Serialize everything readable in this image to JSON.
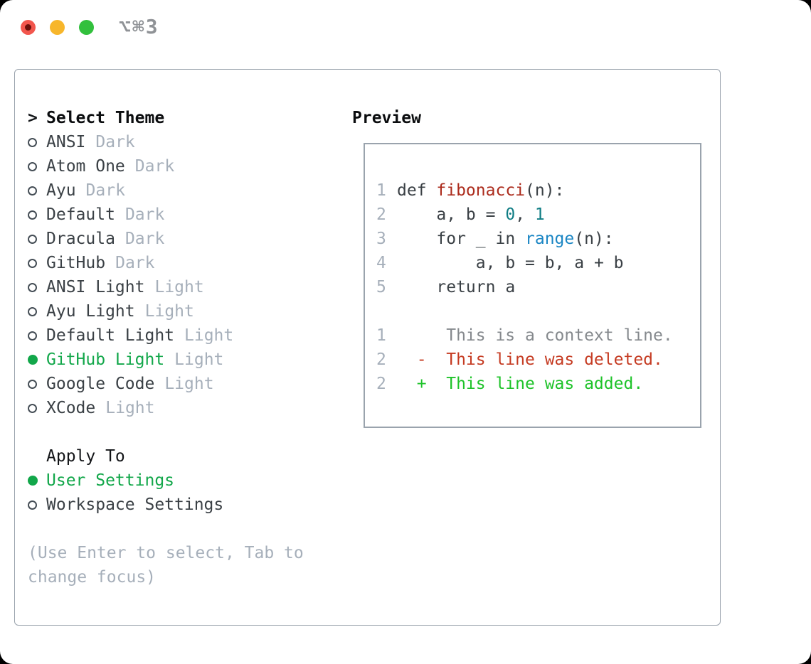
{
  "window": {
    "shortcut_label": "⌥⌘3",
    "traffic_lights": [
      "close-icon",
      "minimize-icon",
      "zoom-icon"
    ]
  },
  "colors": {
    "selection_green": "#12a74a",
    "added_green": "#1fc32a",
    "deleted_red": "#c53b22",
    "function_red": "#ac2c1d",
    "builtin_blue": "#1b86c4",
    "number_teal": "#0f7d84",
    "text_dark": "#3a4045",
    "muted_gray": "#a6afba",
    "border_gray": "#9aa3ad"
  },
  "theme_panel": {
    "prompt": ">",
    "title": "Select Theme",
    "themes": [
      {
        "name": "ANSI",
        "variant": "Dark",
        "selected": false
      },
      {
        "name": "Atom One",
        "variant": "Dark",
        "selected": false
      },
      {
        "name": "Ayu",
        "variant": "Dark",
        "selected": false
      },
      {
        "name": "Default",
        "variant": "Dark",
        "selected": false
      },
      {
        "name": "Dracula",
        "variant": "Dark",
        "selected": false
      },
      {
        "name": "GitHub",
        "variant": "Dark",
        "selected": false
      },
      {
        "name": "ANSI Light",
        "variant": "Light",
        "selected": false
      },
      {
        "name": "Ayu Light",
        "variant": "Light",
        "selected": false
      },
      {
        "name": "Default Light",
        "variant": "Light",
        "selected": false
      },
      {
        "name": "GitHub Light",
        "variant": "Light",
        "selected": true
      },
      {
        "name": "Google Code",
        "variant": "Light",
        "selected": false
      },
      {
        "name": "XCode",
        "variant": "Light",
        "selected": false
      }
    ],
    "apply_to": {
      "title": "Apply To",
      "options": [
        {
          "label": "User Settings",
          "selected": true
        },
        {
          "label": "Workspace Settings",
          "selected": false
        }
      ]
    },
    "hint_lines": [
      "(Use Enter to select, Tab to",
      "change focus)"
    ]
  },
  "preview": {
    "title": "Preview",
    "code_lines": [
      {
        "num": "1",
        "tokens": [
          {
            "text": "def ",
            "style": "default"
          },
          {
            "text": "fibonacci",
            "style": "function"
          },
          {
            "text": "(n):",
            "style": "default"
          }
        ]
      },
      {
        "num": "2",
        "tokens": [
          {
            "text": "    a, b = ",
            "style": "default"
          },
          {
            "text": "0",
            "style": "number"
          },
          {
            "text": ", ",
            "style": "default"
          },
          {
            "text": "1",
            "style": "number"
          }
        ]
      },
      {
        "num": "3",
        "tokens": [
          {
            "text": "    for _ in ",
            "style": "default"
          },
          {
            "text": "range",
            "style": "builtin"
          },
          {
            "text": "(n):",
            "style": "default"
          }
        ]
      },
      {
        "num": "4",
        "tokens": [
          {
            "text": "        a, b = b, a + b",
            "style": "default"
          }
        ]
      },
      {
        "num": "5",
        "tokens": [
          {
            "text": "    return a",
            "style": "default"
          }
        ]
      }
    ],
    "diff_lines": [
      {
        "num": "1",
        "marker": "",
        "text": "This is a context line.",
        "type": "context"
      },
      {
        "num": "2",
        "marker": "-",
        "text": "This line was deleted.",
        "type": "deleted"
      },
      {
        "num": "2",
        "marker": "+",
        "text": "This line was added.",
        "type": "added"
      }
    ]
  }
}
